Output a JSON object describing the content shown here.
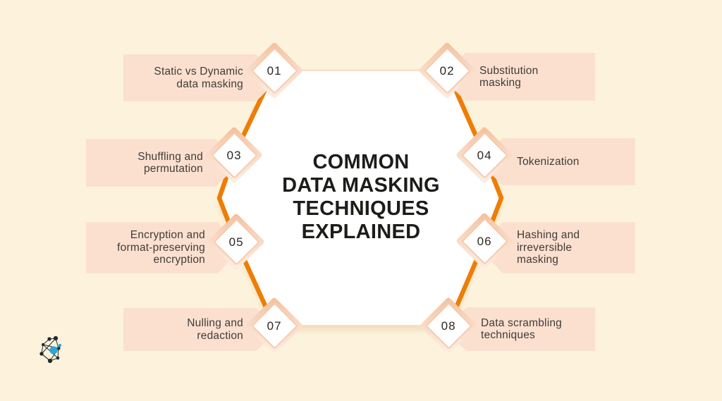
{
  "title": "COMMON\nDATA MASKING\nTECHNIQUES\nEXPLAINED",
  "items": [
    {
      "number": "01",
      "label": "Static vs Dynamic\ndata masking",
      "side": "left"
    },
    {
      "number": "02",
      "label": "Substitution\nmasking",
      "side": "right"
    },
    {
      "number": "03",
      "label": "Shuffling and\npermutation",
      "side": "left"
    },
    {
      "number": "04",
      "label": "Tokenization",
      "side": "right"
    },
    {
      "number": "05",
      "label": "Encryption and\nformat-preserving\nencryption",
      "side": "left"
    },
    {
      "number": "06",
      "label": "Hashing and\nirreversible\nmasking",
      "side": "right"
    },
    {
      "number": "07",
      "label": "Nulling and\nredaction",
      "side": "left"
    },
    {
      "number": "08",
      "label": "Data scrambling\ntechniques",
      "side": "right"
    }
  ],
  "colors": {
    "background": "#fdf3dd",
    "band": "#fbe0d0",
    "accent_orange": "#ee7d05",
    "diamond_border": "#f5cbae",
    "title_text": "#1d1c19",
    "label_text": "#403c38",
    "logo_blue": "#2aa5d7",
    "logo_dark": "#26282b"
  },
  "logo": {
    "name": "network-graph-logo"
  }
}
